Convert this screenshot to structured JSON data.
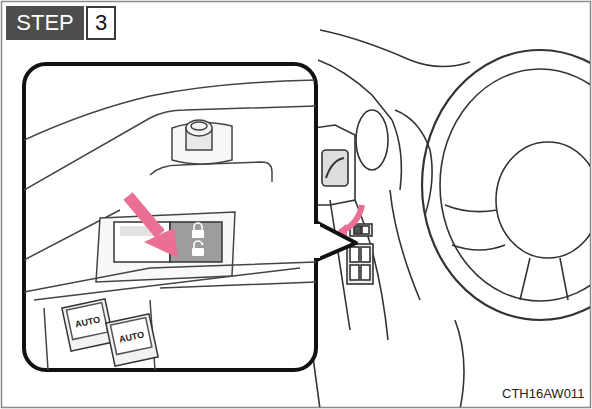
{
  "diagram": {
    "nodes": [
      {
        "text": [
          "STEP"
        ]
      },
      {
        "text": [
          "3"
        ]
      }
    ],
    "labels": [
      "AUTO",
      "AUTO",
      "CTH16AW011"
    ]
  }
}
